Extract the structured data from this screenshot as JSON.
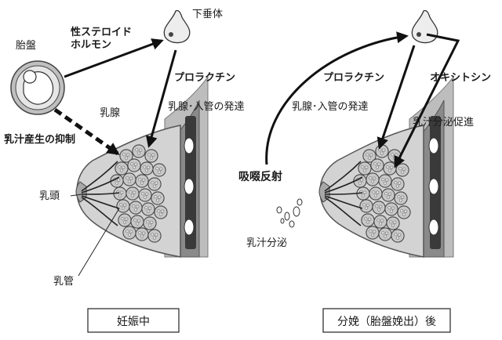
{
  "left_panel": {
    "caption": "妊娠中",
    "labels": {
      "placenta": "胎盤",
      "sex_steroid_line1": "性ステロイド",
      "sex_steroid_line2": "ホルモン",
      "pituitary": "下垂体",
      "prolactin": "プロラクチン",
      "mammary_development": "乳腺･入管の発達",
      "mammary_gland": "乳腺",
      "milk_suppression": "乳汁産生の抑制",
      "nipple": "乳頭",
      "duct": "乳管"
    }
  },
  "right_panel": {
    "caption": "分娩（胎盤娩出）後",
    "labels": {
      "prolactin": "プロラクチン",
      "oxytocin": "オキシトシン",
      "mammary_development": "乳腺･入管の発達",
      "milk_secretion_promotion": "乳汁分泌促進",
      "suckling_reflex": "吸啜反射",
      "milk_secretion": "乳汁分泌"
    }
  }
}
